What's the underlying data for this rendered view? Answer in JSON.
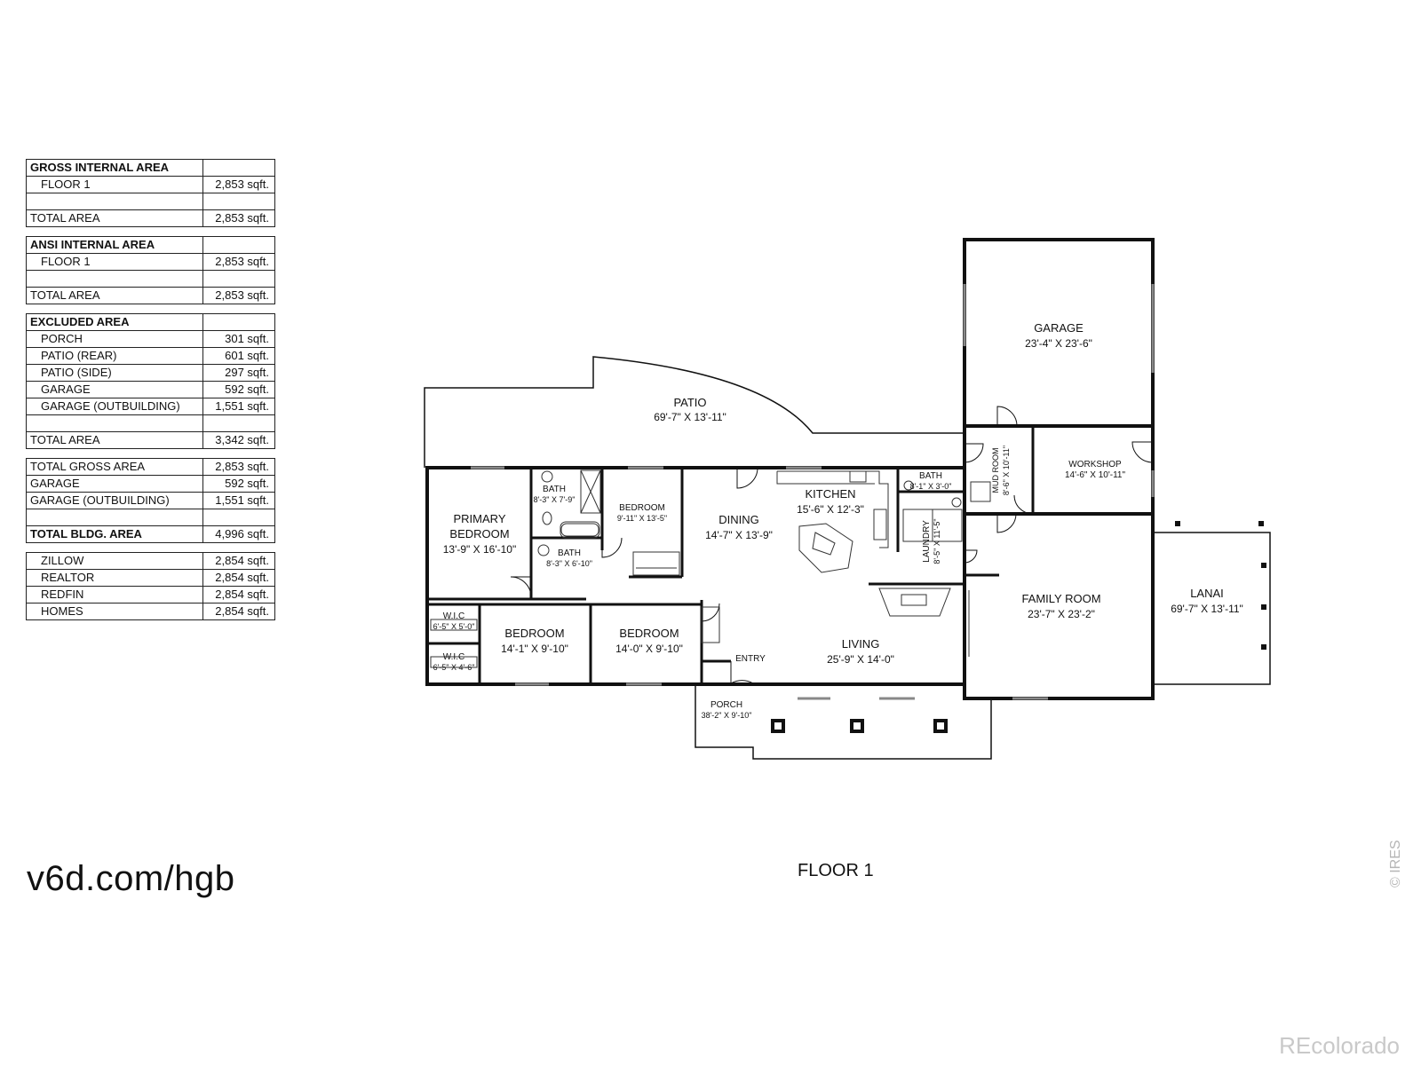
{
  "area_table": {
    "blocks": [
      {
        "rows": [
          {
            "label": "GROSS INTERNAL AREA",
            "value": "",
            "bold": true
          },
          {
            "label": "FLOOR 1",
            "value": "2,853 sqft."
          },
          {
            "label": "",
            "value": ""
          },
          {
            "label": "TOTAL AREA",
            "value": "2,853 sqft."
          }
        ]
      },
      {
        "rows": [
          {
            "label": "ANSI INTERNAL AREA",
            "value": "",
            "bold": true
          },
          {
            "label": "FLOOR 1",
            "value": "2,853 sqft."
          },
          {
            "label": "",
            "value": ""
          },
          {
            "label": "TOTAL AREA",
            "value": "2,853 sqft."
          }
        ]
      },
      {
        "rows": [
          {
            "label": "EXCLUDED AREA",
            "value": "",
            "bold": true
          },
          {
            "label": "PORCH",
            "value": "301 sqft."
          },
          {
            "label": "PATIO (REAR)",
            "value": "601 sqft."
          },
          {
            "label": "PATIO (SIDE)",
            "value": "297 sqft."
          },
          {
            "label": "GARAGE",
            "value": "592 sqft."
          },
          {
            "label": "GARAGE  (OUTBUILDING)",
            "value": "1,551 sqft."
          },
          {
            "label": "",
            "value": ""
          },
          {
            "label": "TOTAL AREA",
            "value": "3,342 sqft."
          }
        ]
      },
      {
        "rows": [
          {
            "label": "TOTAL GROSS AREA",
            "value": "2,853 sqft."
          },
          {
            "label": "GARAGE",
            "value": "592 sqft."
          },
          {
            "label": "GARAGE (OUTBUILDING)",
            "value": "1,551 sqft."
          },
          {
            "label": "",
            "value": ""
          },
          {
            "label": "TOTAL BLDG. AREA",
            "value": "4,996 sqft.",
            "bold": true
          }
        ]
      },
      {
        "rows": [
          {
            "label": "ZILLOW",
            "value": "2,854 sqft."
          },
          {
            "label": "REALTOR",
            "value": "2,854 sqft."
          },
          {
            "label": "REDFIN",
            "value": "2,854 sqft."
          },
          {
            "label": "HOMES",
            "value": "2,854 sqft."
          }
        ]
      }
    ]
  },
  "rooms": {
    "patio": {
      "name": "PATIO",
      "dims": "69'-7\" X 13'-11\""
    },
    "garage": {
      "name": "GARAGE",
      "dims": "23'-4\" X 23'-6\""
    },
    "workshop": {
      "name": "WORKSHOP",
      "dims": "14'-6\" X 10'-11\""
    },
    "mud_room": {
      "name": "MUD ROOM",
      "dims": "8'-6\" X 10'-11\""
    },
    "primary_bedroom": {
      "name1": "PRIMARY",
      "name2": "BEDROOM",
      "dims": "13'-9\" X 16'-10\""
    },
    "bath_1": {
      "name": "BATH",
      "dims": "8'-3\" X 7'-9\""
    },
    "bath_2": {
      "name": "BATH",
      "dims": "8'-3\" X 6'-10\""
    },
    "bath_3": {
      "name": "BATH",
      "dims": "8'-1\" X 3'-0\""
    },
    "bedroom_1": {
      "name": "BEDROOM",
      "dims": "9'-11\" X 13'-5\""
    },
    "dining": {
      "name": "DINING",
      "dims": "14'-7\" X 13'-9\""
    },
    "kitchen": {
      "name": "KITCHEN",
      "dims": "15'-6\" X 12'-3\""
    },
    "laundry": {
      "name": "LAUNDRY",
      "dims": "8'-5\" X 11'-5\""
    },
    "family_room": {
      "name": "FAMILY ROOM",
      "dims": "23'-7\" X 23'-2\""
    },
    "lanai": {
      "name": "LANAI",
      "dims": "69'-7\" X 13'-11\""
    },
    "wic_1": {
      "name": "W.I.C",
      "dims": "6'-5\" X 5'-0\""
    },
    "wic_2": {
      "name": "W.I.C",
      "dims": "6'-5\" X 4'-6\""
    },
    "bedroom_2": {
      "name": "BEDROOM",
      "dims": "14'-1\" X 9'-10\""
    },
    "bedroom_3": {
      "name": "BEDROOM",
      "dims": "14'-0\" X 9'-10\""
    },
    "entry": {
      "name": "ENTRY"
    },
    "living": {
      "name": "LIVING",
      "dims": "25'-9\" X 14'-0\""
    },
    "porch": {
      "name": "PORCH",
      "dims": "38'-2\" X 9'-10\""
    }
  },
  "footer": {
    "url": "v6d.com/hgb",
    "floor_label": "FLOOR 1",
    "watermark": "REcolorado",
    "copyright": "© IRES"
  }
}
